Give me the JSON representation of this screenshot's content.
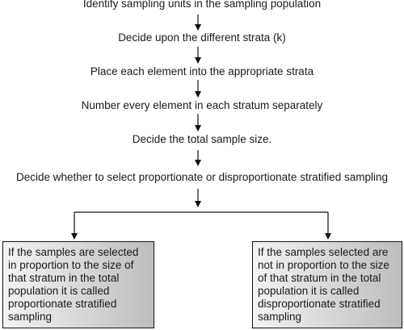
{
  "steps": [
    "Identify sampling units in the sampling population",
    "Decide upon the different strata (k)",
    "Place each element into the appropriate strata",
    "Number every element in each stratum separately",
    "Decide the total sample size.",
    "Decide whether to select proportionate or disproportionate stratified sampling"
  ],
  "outcomes": {
    "proportionate": {
      "lines": [
        "If the samples are selected",
        "in proportion to the size of",
        "that stratum in the total",
        "population it is called",
        "proportionate stratified",
        "sampling"
      ]
    },
    "disproportionate": {
      "lines": [
        "If the samples selected are",
        "not in proportion to the size",
        "of that stratum in the total",
        "population it is called",
        "disproportionate stratified",
        "sampling"
      ]
    }
  }
}
